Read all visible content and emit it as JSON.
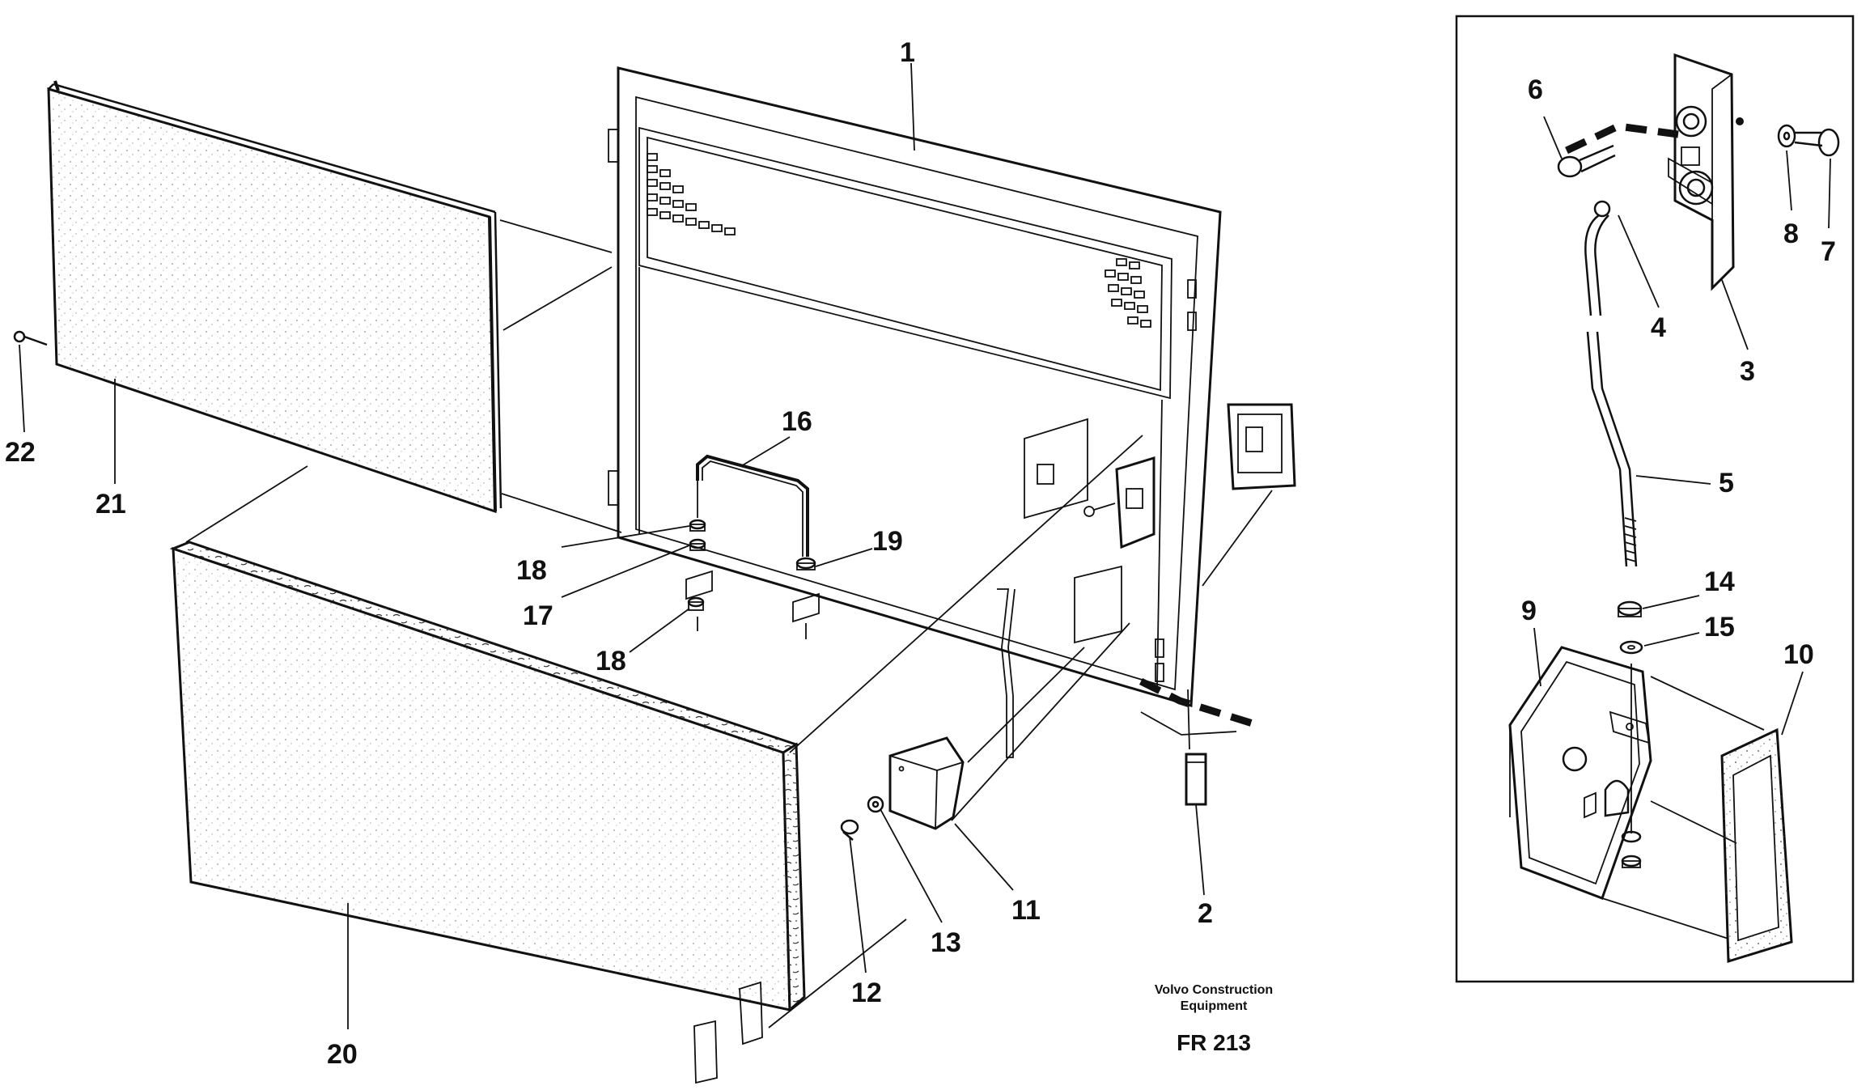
{
  "callouts": [
    "1",
    "2",
    "3",
    "4",
    "5",
    "6",
    "7",
    "8",
    "9",
    "10",
    "11",
    "12",
    "13",
    "14",
    "15",
    "16",
    "17",
    "18",
    "18",
    "19",
    "20",
    "21",
    "22"
  ],
  "credit": {
    "line1": "Volvo Construction",
    "line2": "Equipment"
  },
  "figure_code": "FR 213"
}
